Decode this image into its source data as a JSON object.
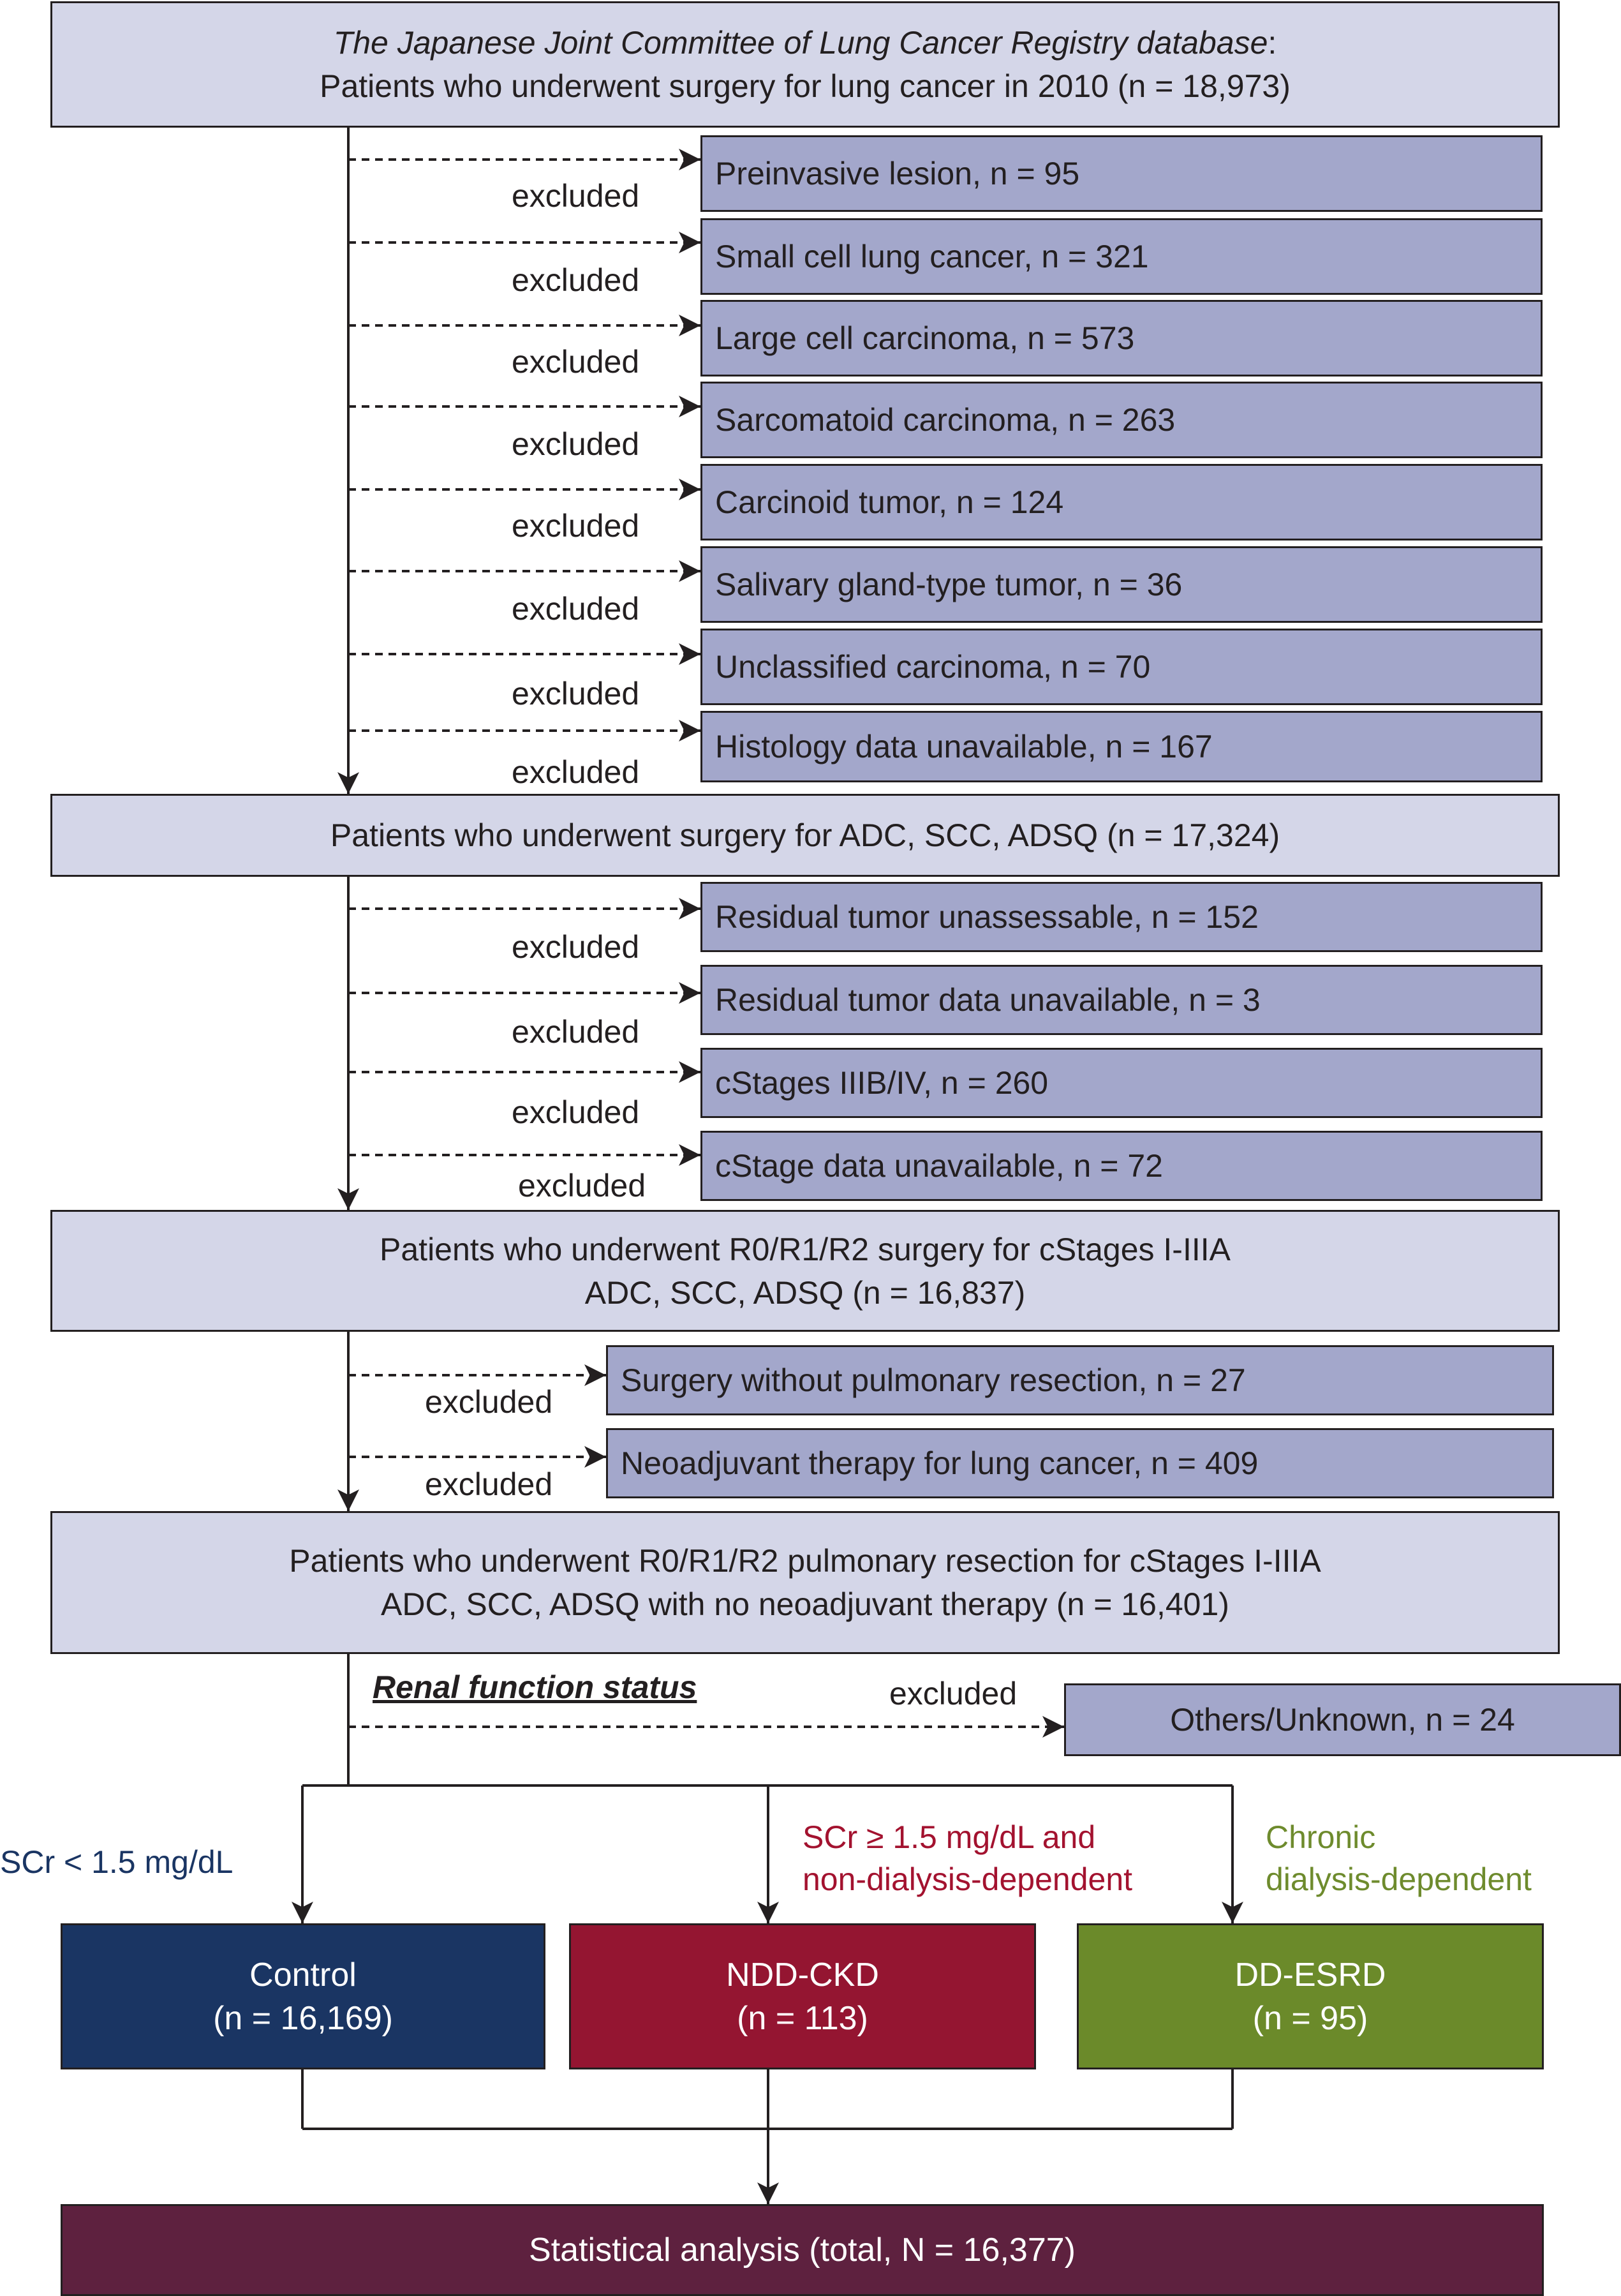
{
  "colors": {
    "main_box": "#d4d6e8",
    "excluded_box": "#a3a7cb",
    "control": "#1a3563",
    "ndd_ckd": "#941531",
    "dd_esrd": "#6b8a2a",
    "analysis": "#5e213f"
  },
  "top": {
    "database": "The Japanese Joint Committee of Lung Cancer Registry database",
    "colon": ":",
    "patients": "Patients who underwent surgery for lung cancer in 2010 (n = 18,973)"
  },
  "exclusions_1": [
    "Preinvasive lesion, n = 95",
    "Small cell lung cancer, n = 321",
    "Large cell carcinoma, n = 573",
    "Sarcomatoid carcinoma, n = 263",
    "Carcinoid tumor, n = 124",
    "Salivary gland-type tumor, n = 36",
    "Unclassified carcinoma, n = 70",
    "Histology data unavailable, n = 167"
  ],
  "excluded_label": "excluded",
  "step2": "Patients who underwent surgery for ADC, SCC, ADSQ (n = 17,324)",
  "exclusions_2": [
    "Residual tumor unassessable, n = 152",
    "Residual tumor data unavailable, n = 3",
    "cStages IIIB/IV, n = 260",
    "cStage data unavailable, n = 72"
  ],
  "step3": {
    "line1": "Patients who underwent R0/R1/R2 surgery for cStages I-IIIA",
    "line2": "ADC, SCC, ADSQ (n = 16,837)"
  },
  "exclusions_3": [
    "Surgery without pulmonary resection, n = 27",
    "Neoadjuvant therapy for lung cancer, n = 409"
  ],
  "step4": {
    "line1": "Patients who underwent R0/R1/R2 pulmonary resection for cStages I-IIIA",
    "line2": "ADC, SCC, ADSQ with no neoadjuvant therapy (n = 16,401)"
  },
  "renal_status": "Renal function status",
  "others": "Others/Unknown, n = 24",
  "branches": {
    "control_criteria": "SCr < 1.5 mg/dL",
    "ndd_criteria_1": "SCr ≥ 1.5 mg/dL and",
    "ndd_criteria_2": "non-dialysis-dependent",
    "dd_criteria_1": "Chronic",
    "dd_criteria_2": "dialysis-dependent"
  },
  "groups": {
    "control_name": "Control",
    "control_n": "(n = 16,169)",
    "ndd_name": "NDD-CKD",
    "ndd_n": "(n = 113)",
    "dd_name": "DD-ESRD",
    "dd_n": "(n = 95)"
  },
  "analysis": "Statistical analysis (total, N = 16,377)"
}
